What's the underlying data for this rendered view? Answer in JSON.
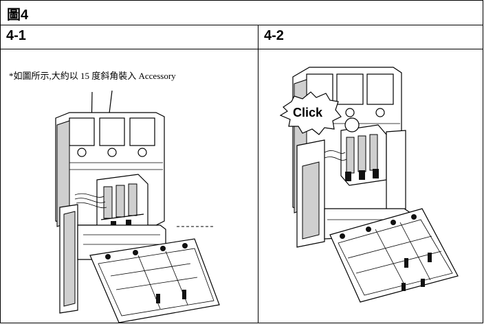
{
  "figure": {
    "title": "圖4",
    "left_header": "4-1",
    "right_header": "4-2",
    "left_caption": "*如圖所示,大約以 15 度斜角裝入 Accessory",
    "click_label": "Click"
  }
}
